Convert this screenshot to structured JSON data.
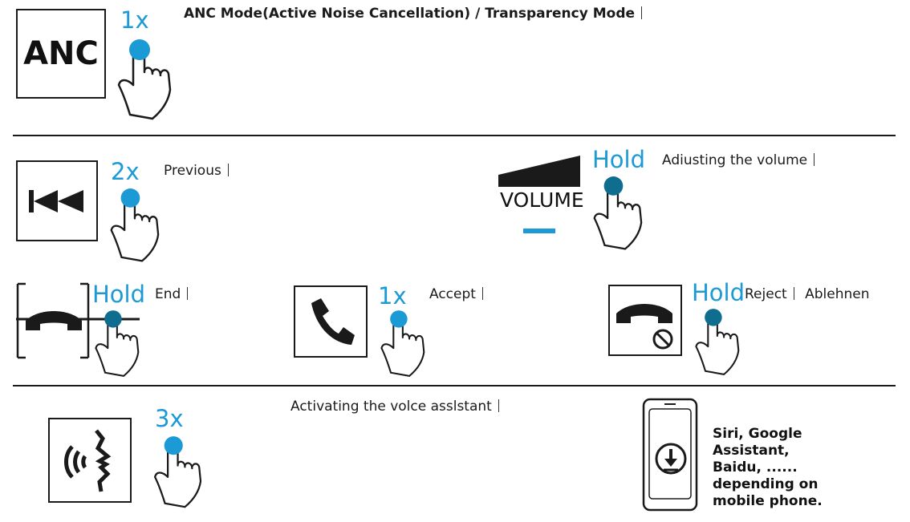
{
  "colors": {
    "accent": "#1c9ad6",
    "ink": "#1a1a1a"
  },
  "anc": {
    "icon_text": "ANC",
    "count": "1x",
    "description": "ANC Mode(Active Noise Cancellation) / Transparency Mode"
  },
  "previous": {
    "icon": "previous-track-icon",
    "count": "2x",
    "description": "Previous"
  },
  "volume": {
    "icon_text": "VOLUME",
    "count": "Hold",
    "description": "Adiusting the volume"
  },
  "end_call": {
    "icon": "hang-up-icon",
    "count": "Hold",
    "description": "End"
  },
  "accept_call": {
    "icon": "phone-accept-icon",
    "count": "1x",
    "description": "Accept"
  },
  "reject_call": {
    "icon": "phone-reject-icon",
    "count": "Hold",
    "description": "Reject",
    "description_de": "Ablehnen"
  },
  "voice_assistant": {
    "icon": "voice-assistant-icon",
    "count": "3x",
    "description": "Activating the volce asslstant",
    "note_lines": [
      "Siri, Google",
      "Assistant,",
      "Baidu, ......",
      "depending on",
      "mobile phone."
    ]
  }
}
